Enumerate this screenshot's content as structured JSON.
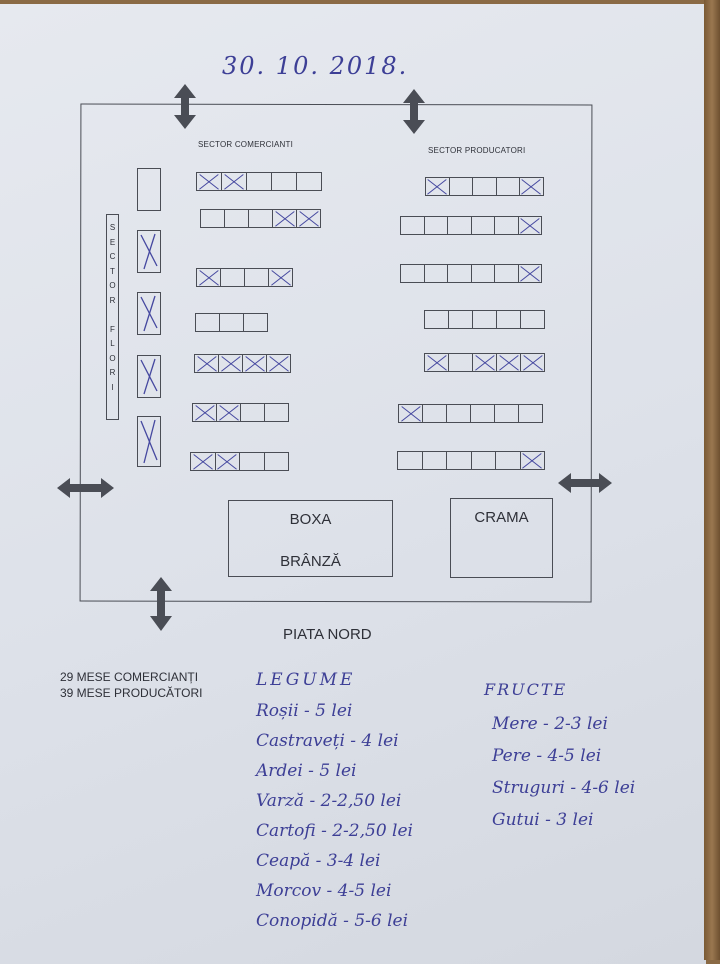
{
  "date": "30. 10. 2018.",
  "map": {
    "sector_comercianti": "SECTOR COMERCIANTI",
    "sector_producatori": "SECTOR PRODUCATORI",
    "sector_flori": "SECTOR FLORI",
    "boxa_1": "BOXA",
    "boxa_2": "BRÂNZĂ",
    "crama": "CRAMA",
    "title": "PIATA NORD",
    "comercianti_rows": [
      [
        1,
        1,
        0,
        0,
        0
      ],
      [
        0,
        0,
        0,
        1,
        1
      ],
      [
        1,
        0,
        0,
        1
      ],
      [
        0,
        0,
        0
      ],
      [
        1,
        1,
        1,
        1
      ],
      [
        1,
        1,
        0,
        0
      ],
      [
        1,
        1,
        0,
        0
      ]
    ],
    "producatori_rows": [
      [
        1,
        0,
        0,
        0,
        1
      ],
      [
        0,
        0,
        0,
        0,
        0,
        1
      ],
      [
        0,
        0,
        0,
        0,
        0,
        1
      ],
      [
        0,
        0,
        0,
        0,
        0
      ],
      [
        1,
        0,
        1,
        1,
        1
      ],
      [
        1,
        0,
        0,
        0,
        0,
        0
      ],
      [
        0,
        0,
        0,
        0,
        0,
        1
      ]
    ],
    "flori_boxes": [
      0,
      1,
      1,
      1,
      1
    ]
  },
  "summary": {
    "line1": "29 MESE COMERCIANȚI",
    "line2": "39 MESE PRODUCĂTORI"
  },
  "legume": {
    "title": "LEGUME",
    "items": [
      "Roșii - 5 lei",
      "Castraveți - 4 lei",
      "Ardei - 5 lei",
      "Varză - 2-2,50 lei",
      "Cartofi - 2-2,50 lei",
      "Ceapă - 3-4 lei",
      "Morcov - 4-5 lei",
      "Conopidă - 5-6 lei"
    ]
  },
  "fructe": {
    "title": "FRUCTE",
    "items": [
      "Mere - 2-3 lei",
      "Pere - 4-5 lei",
      "Struguri - 4-6 lei",
      "Gutui - 3 lei"
    ]
  }
}
